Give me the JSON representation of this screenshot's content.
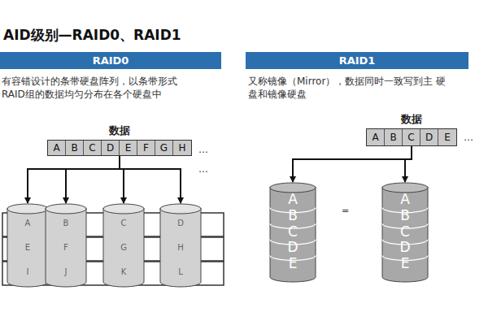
{
  "diagram": {
    "title": "AID级别—RAID0、RAID1",
    "nodes": [
      {
        "text": [
          "RAID0"
        ]
      },
      {
        "text": [
          "数据"
        ]
      },
      {
        "text": [
          "A"
        ],
        "in": 1
      },
      {
        "text": [
          "B"
        ],
        "in": 1
      },
      {
        "text": [
          "C"
        ],
        "in": 1
      },
      {
        "text": [
          "D"
        ],
        "in": 1
      },
      {
        "text": [
          "E"
        ],
        "in": 1
      },
      {
        "text": [
          "F"
        ],
        "in": 1
      },
      {
        "text": [
          "G"
        ],
        "in": 1
      },
      {
        "text": [
          "H"
        ],
        "in": 1
      },
      {
        "text": [
          "A",
          "E",
          "I"
        ]
      },
      {
        "text": [
          "B",
          "F",
          "J"
        ]
      },
      {
        "text": [
          "C",
          "G",
          "K"
        ]
      },
      {
        "text": [
          "D",
          "H",
          "L"
        ]
      },
      {
        "text": [
          "RAID1"
        ]
      },
      {
        "text": [
          "数据"
        ]
      },
      {
        "text": [
          "A"
        ],
        "in": 15
      },
      {
        "text": [
          "B"
        ],
        "in": 15
      },
      {
        "text": [
          "C"
        ],
        "in": 15
      },
      {
        "text": [
          "D"
        ],
        "in": 15
      },
      {
        "text": [
          "E"
        ],
        "in": 15
      },
      {
        "text": [
          "A",
          "B",
          "C",
          "D",
          "E"
        ]
      },
      {
        "text": [
          "A",
          "B",
          "C",
          "D",
          "E"
        ]
      }
    ],
    "edges": [
      {
        "from": 1,
        "to": 10,
        "arrow": "to"
      },
      {
        "from": 1,
        "to": 11,
        "arrow": "to"
      },
      {
        "from": 1,
        "to": 12,
        "arrow": "to"
      },
      {
        "from": 1,
        "to": 13,
        "arrow": "to"
      },
      {
        "from": 15,
        "to": 21,
        "arrow": "to"
      },
      {
        "from": 15,
        "to": 22,
        "arrow": "to"
      }
    ],
    "labels": [
      "有容错设计的条带硬盘阵列，以条带形式 RAID组的数据均匀分布在各个硬盘中",
      "…",
      "…",
      "又称镜像（Mirror），数据同时一致写到主 硬盘和镜像硬盘",
      "…",
      "="
    ]
  }
}
